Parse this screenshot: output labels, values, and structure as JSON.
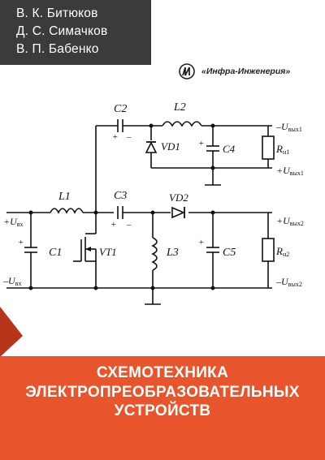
{
  "authors": [
    "В. К. Битюков",
    "Д. С. Симачков",
    "В. П. Бабенко"
  ],
  "publisher": {
    "logo_icon": "infra-logo-icon",
    "name": "«Инфра-Инженерия»"
  },
  "diagram": {
    "labels": {
      "c1": "C1",
      "c2": "C2",
      "c3": "C3",
      "c4": "C4",
      "c5": "C5",
      "l1": "L1",
      "l2": "L2",
      "l3": "L3",
      "vd1": "VD1",
      "vd2": "VD2",
      "vt1": "VT1",
      "rn1": "R",
      "rn1_sub": "н1",
      "rn2": "R",
      "rn2_sub": "н2",
      "uin_plus": "+U",
      "uin_plus_sub": "вх",
      "uin_minus": "–U",
      "uin_minus_sub": "вх",
      "uout1_minus": "–U",
      "uout1_minus_sub": "вых1",
      "uout1_plus": "+U",
      "uout1_plus_sub": "вых1",
      "uout2_plus": "+U",
      "uout2_plus_sub": "вых2",
      "uout2_minus": "–U",
      "uout2_minus_sub": "вых2",
      "plus": "+",
      "minus": "–"
    }
  },
  "title": {
    "lines": [
      "СХЕМОТЕХНИКА",
      "ЭЛЕКТРОПРЕОБРАЗОВАТЕЛЬНЫХ",
      "УСТРОЙСТВ"
    ]
  },
  "colors": {
    "author_bg": "#3b3b3b",
    "accent": "#e8542b",
    "dark_red": "#b5341a"
  }
}
